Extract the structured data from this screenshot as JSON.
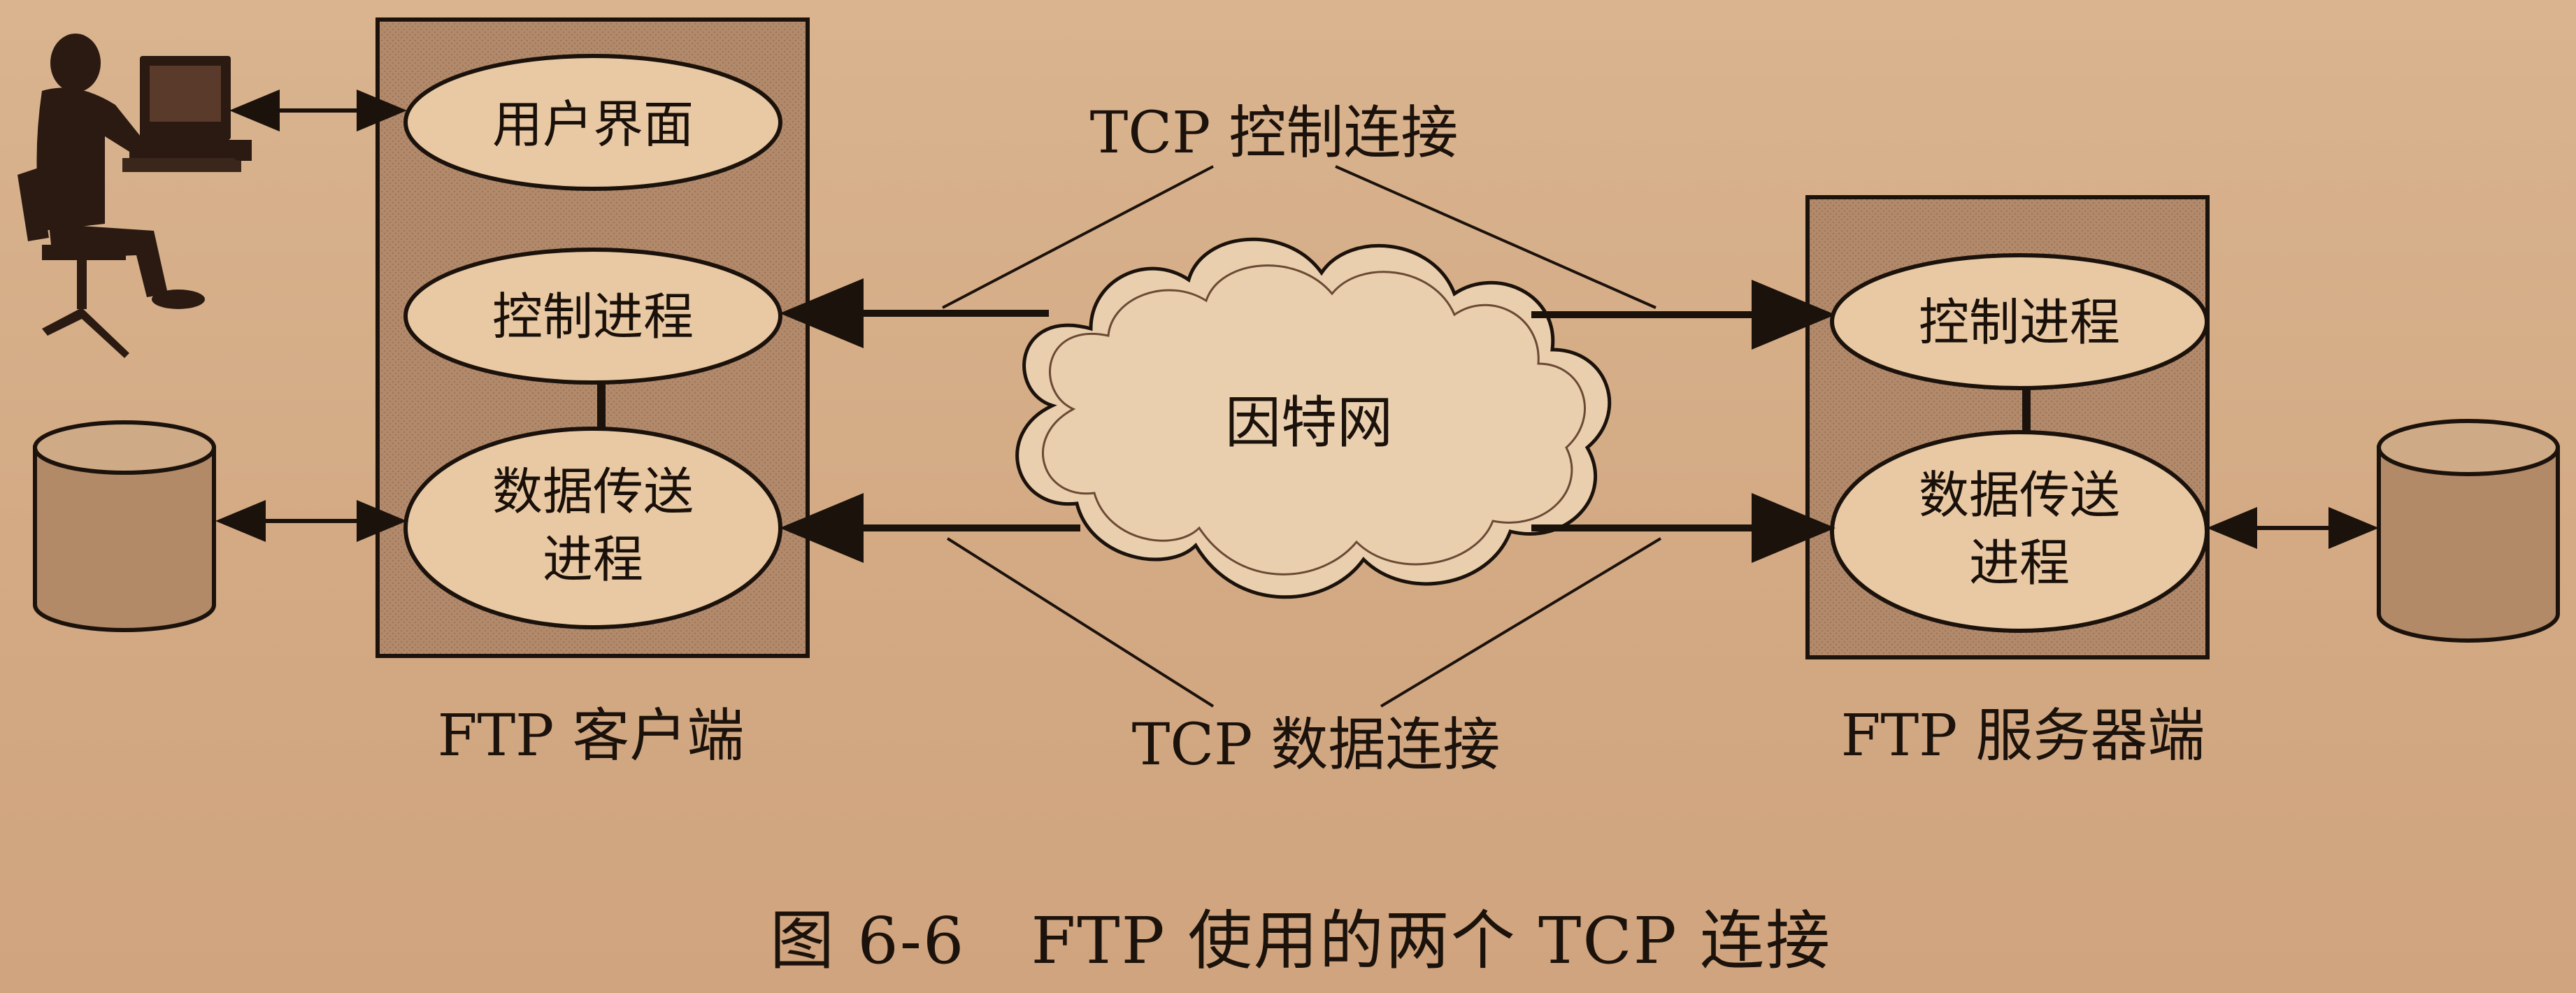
{
  "client": {
    "title": "FTP 客户端",
    "user_interface": "用户界面",
    "control_process": "控制进程",
    "data_transfer_process": [
      "数据传送",
      "进程"
    ]
  },
  "server": {
    "title": "FTP 服务器端",
    "control_process": "控制进程",
    "data_transfer_process": [
      "数据传送",
      "进程"
    ]
  },
  "network": {
    "label": "因特网"
  },
  "connections": {
    "control": "TCP 控制连接",
    "data": "TCP 数据连接"
  },
  "caption": "图 6-6　FTP 使用的两个 TCP 连接",
  "colors": {
    "background": "#d6b08a",
    "panel": "#b58d6e",
    "ellipse_fill": "#e8c9a4",
    "ink": "#1c120c",
    "cloud_fill": "#e9cfae"
  }
}
